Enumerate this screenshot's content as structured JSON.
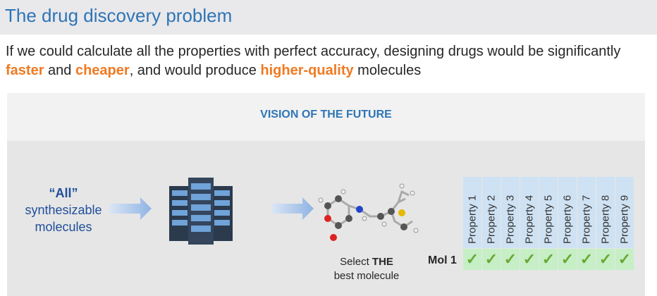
{
  "title": "The drug discovery problem",
  "intro": {
    "p1": "If we could calculate all the properties with perfect accuracy, designing drugs would be significantly ",
    "h1": "faster",
    "p2": " and ",
    "h2": "cheaper",
    "p3": ", and would produce ",
    "h3": "higher-quality",
    "p4": " molecules"
  },
  "panel": {
    "heading": "VISION OF THE FUTURE",
    "all_quote": "“All”",
    "all_rest": "synthesizable molecules",
    "select_pre": "Select ",
    "select_bold": "THE",
    "select_post": "best molecule"
  },
  "table": {
    "row_label": "Mol 1",
    "properties": [
      "Property 1",
      "Property 2",
      "Property 3",
      "Property 4",
      "Property 5",
      "Property 6",
      "Property 7",
      "Property 8",
      "Property 9"
    ],
    "checks": [
      "✓",
      "✓",
      "✓",
      "✓",
      "✓",
      "✓",
      "✓",
      "✓",
      "✓"
    ]
  },
  "colors": {
    "accent": "#2e75b6",
    "highlight": "#f07a22",
    "check": "#6aa935"
  }
}
